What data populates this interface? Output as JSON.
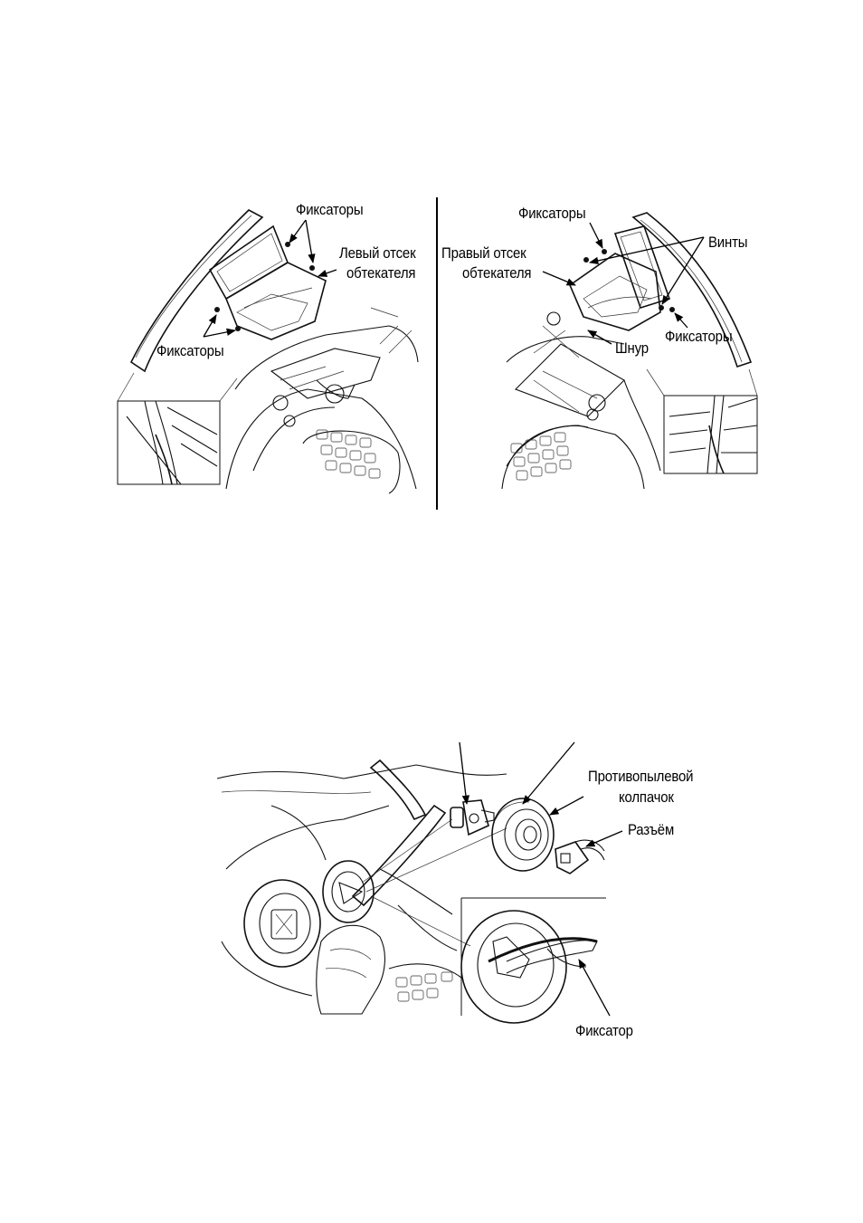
{
  "figure_top": {
    "left_panel": {
      "label_fasteners_top": "Фиксаторы",
      "label_left_compartment_line1": "Левый отсек",
      "label_left_compartment_line2": "обтекателя",
      "label_fasteners_bottom": "Фиксаторы"
    },
    "right_panel": {
      "label_fasteners_top": "Фиксаторы",
      "label_screws": "Винты",
      "label_right_compartment_line1": "Правый отсек",
      "label_right_compartment_line2": "обтекателя",
      "label_cord": "Шнур",
      "label_fasteners_bottom": "Фиксаторы"
    }
  },
  "figure_bottom": {
    "label_dust_cap_line1": "Противопылевой",
    "label_dust_cap_line2": "колпачок",
    "label_connector": "Разъём",
    "label_retainer": "Фиксатор"
  }
}
